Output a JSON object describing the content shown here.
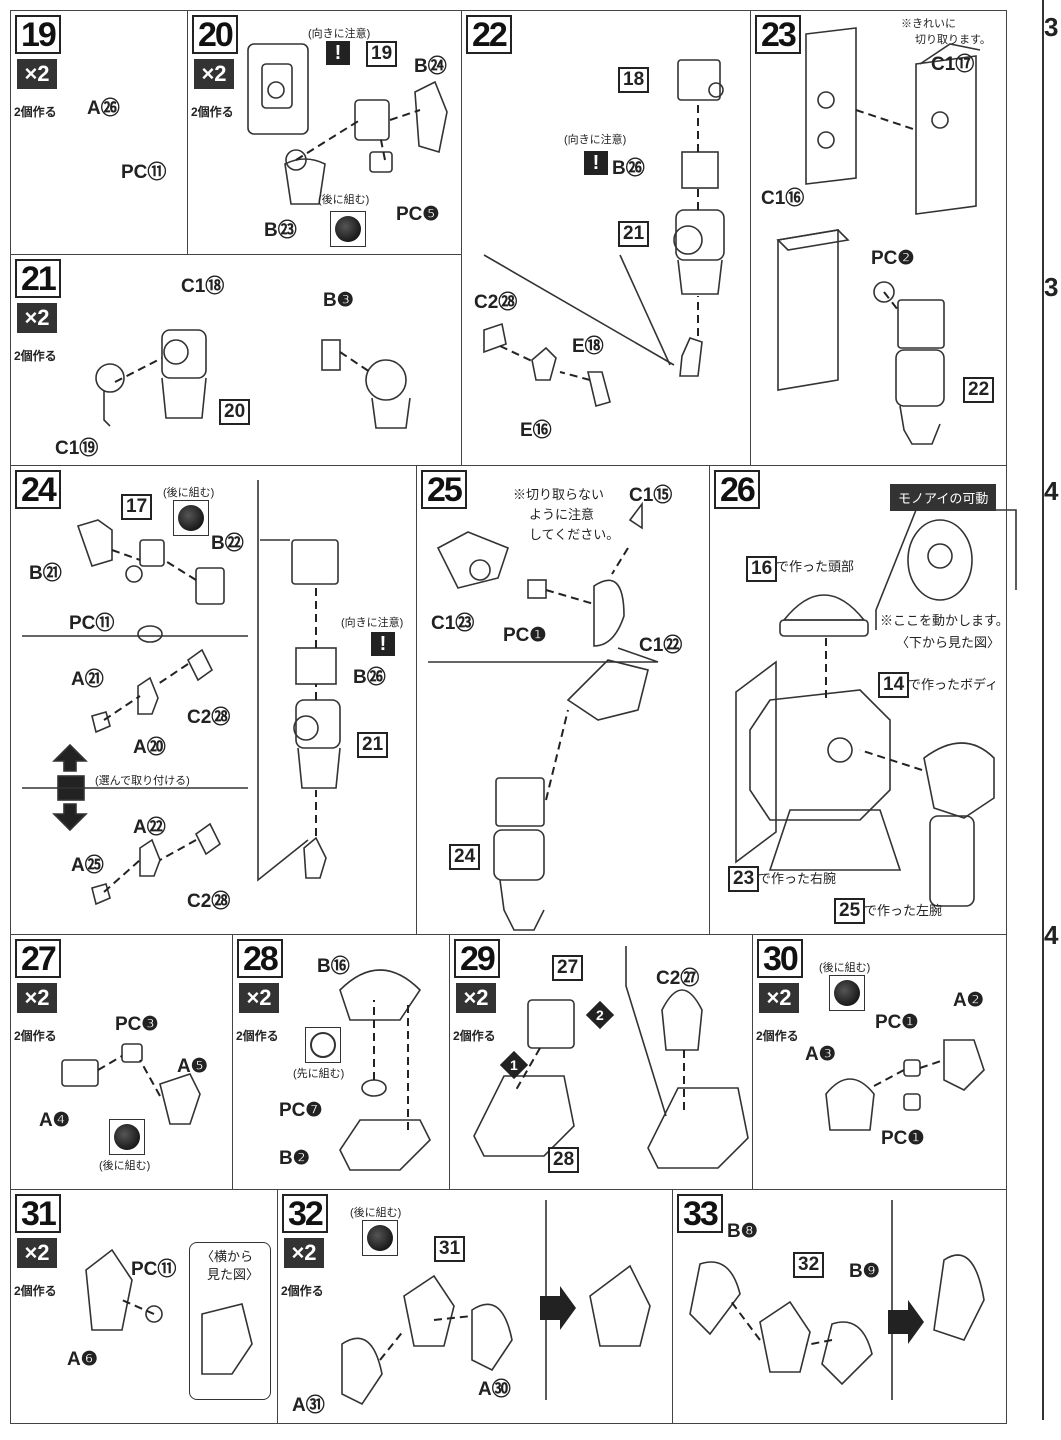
{
  "steps": {
    "s19": {
      "num": "19",
      "mult": "×2",
      "twice": "2個作る",
      "labels": {
        "a": "A㉖",
        "b": "PC⑪"
      }
    },
    "s20": {
      "num": "20",
      "mult": "×2",
      "twice": "2個作る",
      "labels": {
        "orient": "(向きに注意)",
        "ref": "19",
        "b24": "B㉔",
        "b23": "B㉓",
        "pc5": "PC❺",
        "later": "(後に組む)"
      }
    },
    "s21": {
      "num": "21",
      "mult": "×2",
      "twice": "2個作る",
      "labels": {
        "c18": "C1⑱",
        "c19": "C1⑲",
        "b3": "B❸",
        "ref": "20"
      }
    },
    "s22": {
      "num": "22",
      "labels": {
        "ref18": "18",
        "orient": "(向きに注意)",
        "b26": "B㉖",
        "ref21": "21",
        "c228": "C2㉘",
        "e18": "E⑱",
        "e16": "E⑯"
      }
    },
    "s23": {
      "num": "23",
      "labels": {
        "note": "※きれいに",
        "note2": "切り取ります。",
        "c17": "C1⑰",
        "c16": "C1⑯",
        "pc2": "PC❷",
        "ref": "22"
      }
    },
    "s24": {
      "num": "24",
      "labels": {
        "ref17": "17",
        "later": "(後に組む)",
        "b22": "B㉒",
        "b21": "B㉑",
        "pc11": "PC⑪",
        "a21": "A㉑",
        "a20": "A⑳",
        "c228": "C2㉘",
        "choose": "(選んで取り付ける)",
        "a22": "A㉒",
        "a25": "A㉕",
        "c228b": "C2㉘",
        "orient": "(向きに注意)",
        "b26": "B㉖",
        "ref21": "21"
      }
    },
    "s25": {
      "num": "25",
      "labels": {
        "note": "※切り取らない",
        "note2": "ように注意",
        "note3": "してください。",
        "c15": "C1⑮",
        "c23": "C1㉓",
        "pc1": "PC❶",
        "c22": "C1㉒",
        "ref24": "24"
      }
    },
    "s26": {
      "num": "26",
      "labels": {
        "mono": "モノアイの可動",
        "ref16": "16",
        "head": "で作った頭部",
        "move": "※ここを動かします。",
        "bottom": "〈下から見た図〉",
        "ref14": "14",
        "body": "で作ったボディ",
        "ref23": "23",
        "rarm": "で作った右腕",
        "ref25": "25",
        "larm": "で作った左腕"
      }
    },
    "s27": {
      "num": "27",
      "mult": "×2",
      "twice": "2個作る",
      "labels": {
        "pc3": "PC❸",
        "a5": "A❺",
        "a4": "A❹",
        "later": "(後に組む)"
      }
    },
    "s28": {
      "num": "28",
      "mult": "×2",
      "twice": "2個作る",
      "labels": {
        "b16": "B⑯",
        "first": "(先に組む)",
        "pc7": "PC❼",
        "b2": "B❷"
      }
    },
    "s29": {
      "num": "29",
      "mult": "×2",
      "twice": "2個作る",
      "labels": {
        "ref27": "27",
        "c227": "C2㉗",
        "ref28": "28",
        "n1": "1",
        "n2": "2"
      }
    },
    "s30": {
      "num": "30",
      "mult": "×2",
      "twice": "2個作る",
      "labels": {
        "later": "(後に組む)",
        "a2": "A❷",
        "pc1": "PC❶",
        "a3": "A❸",
        "pc1b": "PC❶"
      }
    },
    "s31": {
      "num": "31",
      "mult": "×2",
      "twice": "2個作る",
      "labels": {
        "pc11": "PC⑪",
        "side": "〈横から",
        "side2": "見た図〉",
        "a6": "A❻"
      }
    },
    "s32": {
      "num": "32",
      "mult": "×2",
      "twice": "2個作る",
      "labels": {
        "later": "(後に組む)",
        "ref31": "31",
        "a31": "A㉛",
        "a30": "A㉚"
      }
    },
    "s33": {
      "num": "33",
      "labels": {
        "b8": "B❽",
        "ref32": "32",
        "b9": "B❾"
      }
    }
  },
  "rightcol": [
    "3",
    "3",
    "4",
    "4"
  ]
}
